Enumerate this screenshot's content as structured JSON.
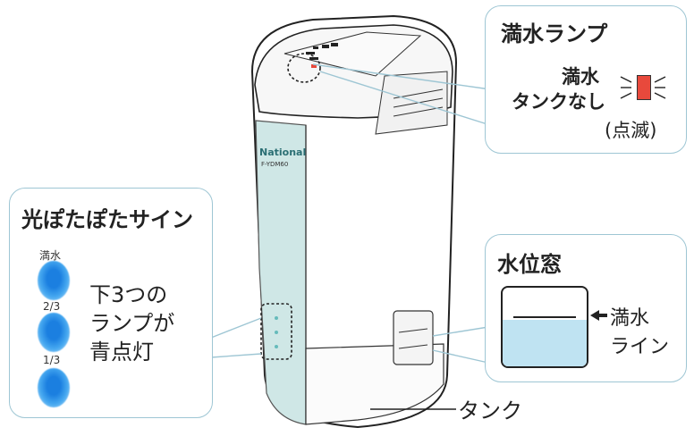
{
  "full_lamp": {
    "title": "満水ランプ",
    "label_full": "満水",
    "label_no_tank": "タンクなし",
    "note": "(点滅)",
    "lamp_color": "#e8493c"
  },
  "light_sign": {
    "title": "光ぽたぽたサイン",
    "drops": [
      {
        "label": "満水"
      },
      {
        "label": "2/3"
      },
      {
        "label": "1/3"
      }
    ],
    "description_line1": "下3つの",
    "description_line2": "ランプが",
    "description_line3": "青点灯",
    "drop_color": "#2a8fe8"
  },
  "water_window": {
    "title": "水位窓",
    "line_label_1": "満水",
    "line_label_2": "ライン",
    "water_color": "#bfe3f2"
  },
  "tank_label": "タンク",
  "device": {
    "brand": "National",
    "model": "F-YDM60"
  },
  "colors": {
    "callout_border": "#9ec6d4",
    "panel_teal": "#cfe7e6"
  }
}
